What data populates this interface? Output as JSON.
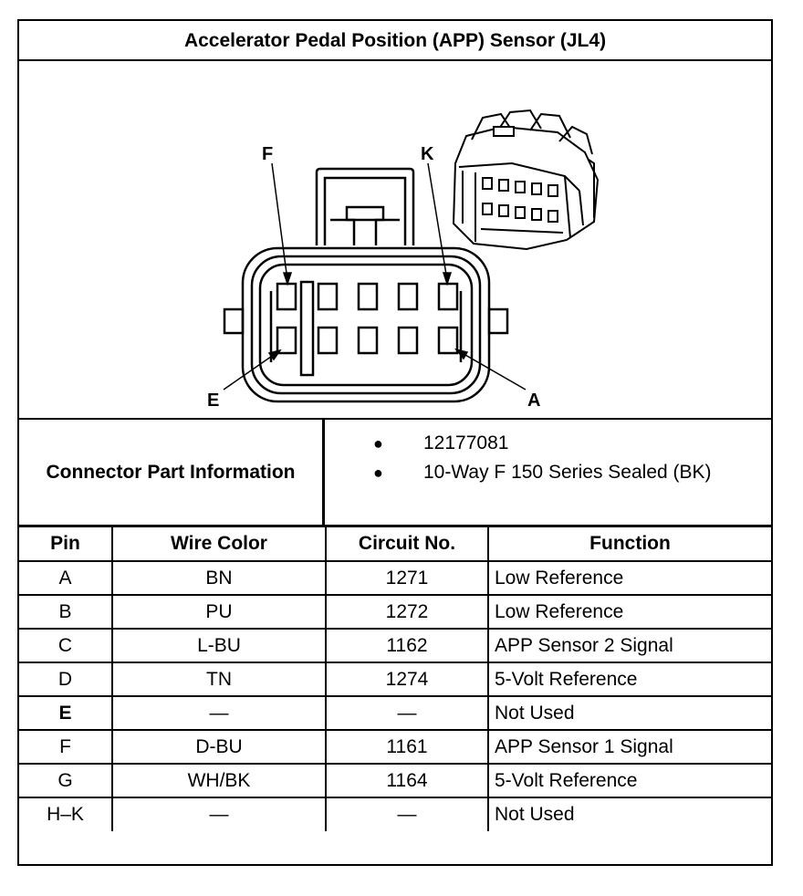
{
  "title": "Accelerator Pedal Position (APP) Sensor (JL4)",
  "diagram": {
    "callouts": {
      "f": "F",
      "k": "K",
      "e": "E",
      "a": "A"
    }
  },
  "connector_info": {
    "label": "Connector Part Information",
    "items": [
      "12177081",
      "10-Way F 150 Series Sealed (BK)"
    ]
  },
  "table": {
    "headers": [
      "Pin",
      "Wire Color",
      "Circuit No.",
      "Function"
    ],
    "rows": [
      {
        "pin": "A",
        "wire": "BN",
        "circuit": "1271",
        "function": "Low Reference"
      },
      {
        "pin": "B",
        "wire": "PU",
        "circuit": "1272",
        "function": "Low Reference"
      },
      {
        "pin": "C",
        "wire": "L-BU",
        "circuit": "1162",
        "function": "APP Sensor 2 Signal"
      },
      {
        "pin": "D",
        "wire": "TN",
        "circuit": "1274",
        "function": "5-Volt Reference"
      },
      {
        "pin": "E",
        "wire": "—",
        "circuit": "—",
        "function": "Not Used"
      },
      {
        "pin": "F",
        "wire": "D-BU",
        "circuit": "1161",
        "function": "APP Sensor 1 Signal"
      },
      {
        "pin": "G",
        "wire": "WH/BK",
        "circuit": "1164",
        "function": "5-Volt Reference"
      },
      {
        "pin": "H–K",
        "wire": "—",
        "circuit": "—",
        "function": "Not Used"
      }
    ]
  }
}
